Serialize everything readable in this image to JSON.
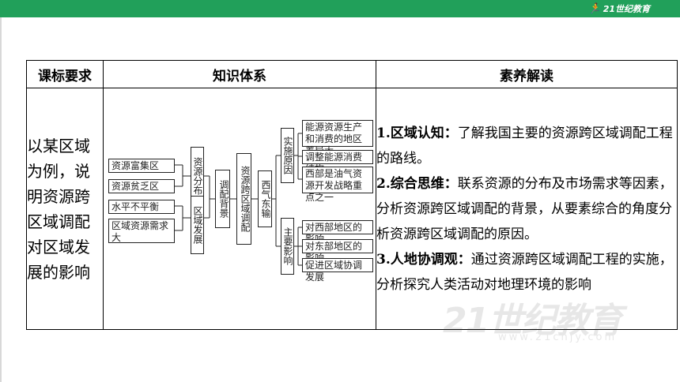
{
  "brand": {
    "logo_text": "21世纪教育",
    "colors": {
      "topbar": "#21a05a"
    }
  },
  "table": {
    "headers": [
      "课标要求",
      "知识体系",
      "素养解读"
    ],
    "requirement": "以某区域为例，说明资源跨区域调配对区域发展的影响",
    "knowledge": {
      "left_items": [
        "资源富集区",
        "资源贫乏区",
        "水平不平衡",
        "区域资源需求大"
      ],
      "dist_label": "资源分布",
      "dev_label": "区域发展",
      "bg_label": "调配背景",
      "center_label": "资源跨区域调配",
      "project_label": "西气东输",
      "reason_label": "实施原因",
      "reason_items": [
        "能源资源生产和消费的地区差异大",
        "调整能源消费结构",
        "西部是油气资源开发战略重点之一"
      ],
      "impact_label": "主要影响",
      "impact_items": [
        "对西部地区的影响",
        "对东部地区的影响",
        "促进区域协调发展"
      ]
    },
    "interpretation": [
      {
        "label": "1.区域认知：",
        "text": "了解我国主要的资源跨区域调配工程的路线。"
      },
      {
        "label": "2.综合思维：",
        "text": "联系资源的分布及市场需求等因素，分析资源跨区域调配的背景，从要素综合的角度分析资源跨区域调配的原因。"
      },
      {
        "label": "3.人地协调观：",
        "text": "通过资源跨区域调配工程的实施，分析探究人类活动对地理环境的影响"
      }
    ]
  },
  "watermark": {
    "main": "21世纪教育",
    "sub": "www.21cnjy.com"
  }
}
